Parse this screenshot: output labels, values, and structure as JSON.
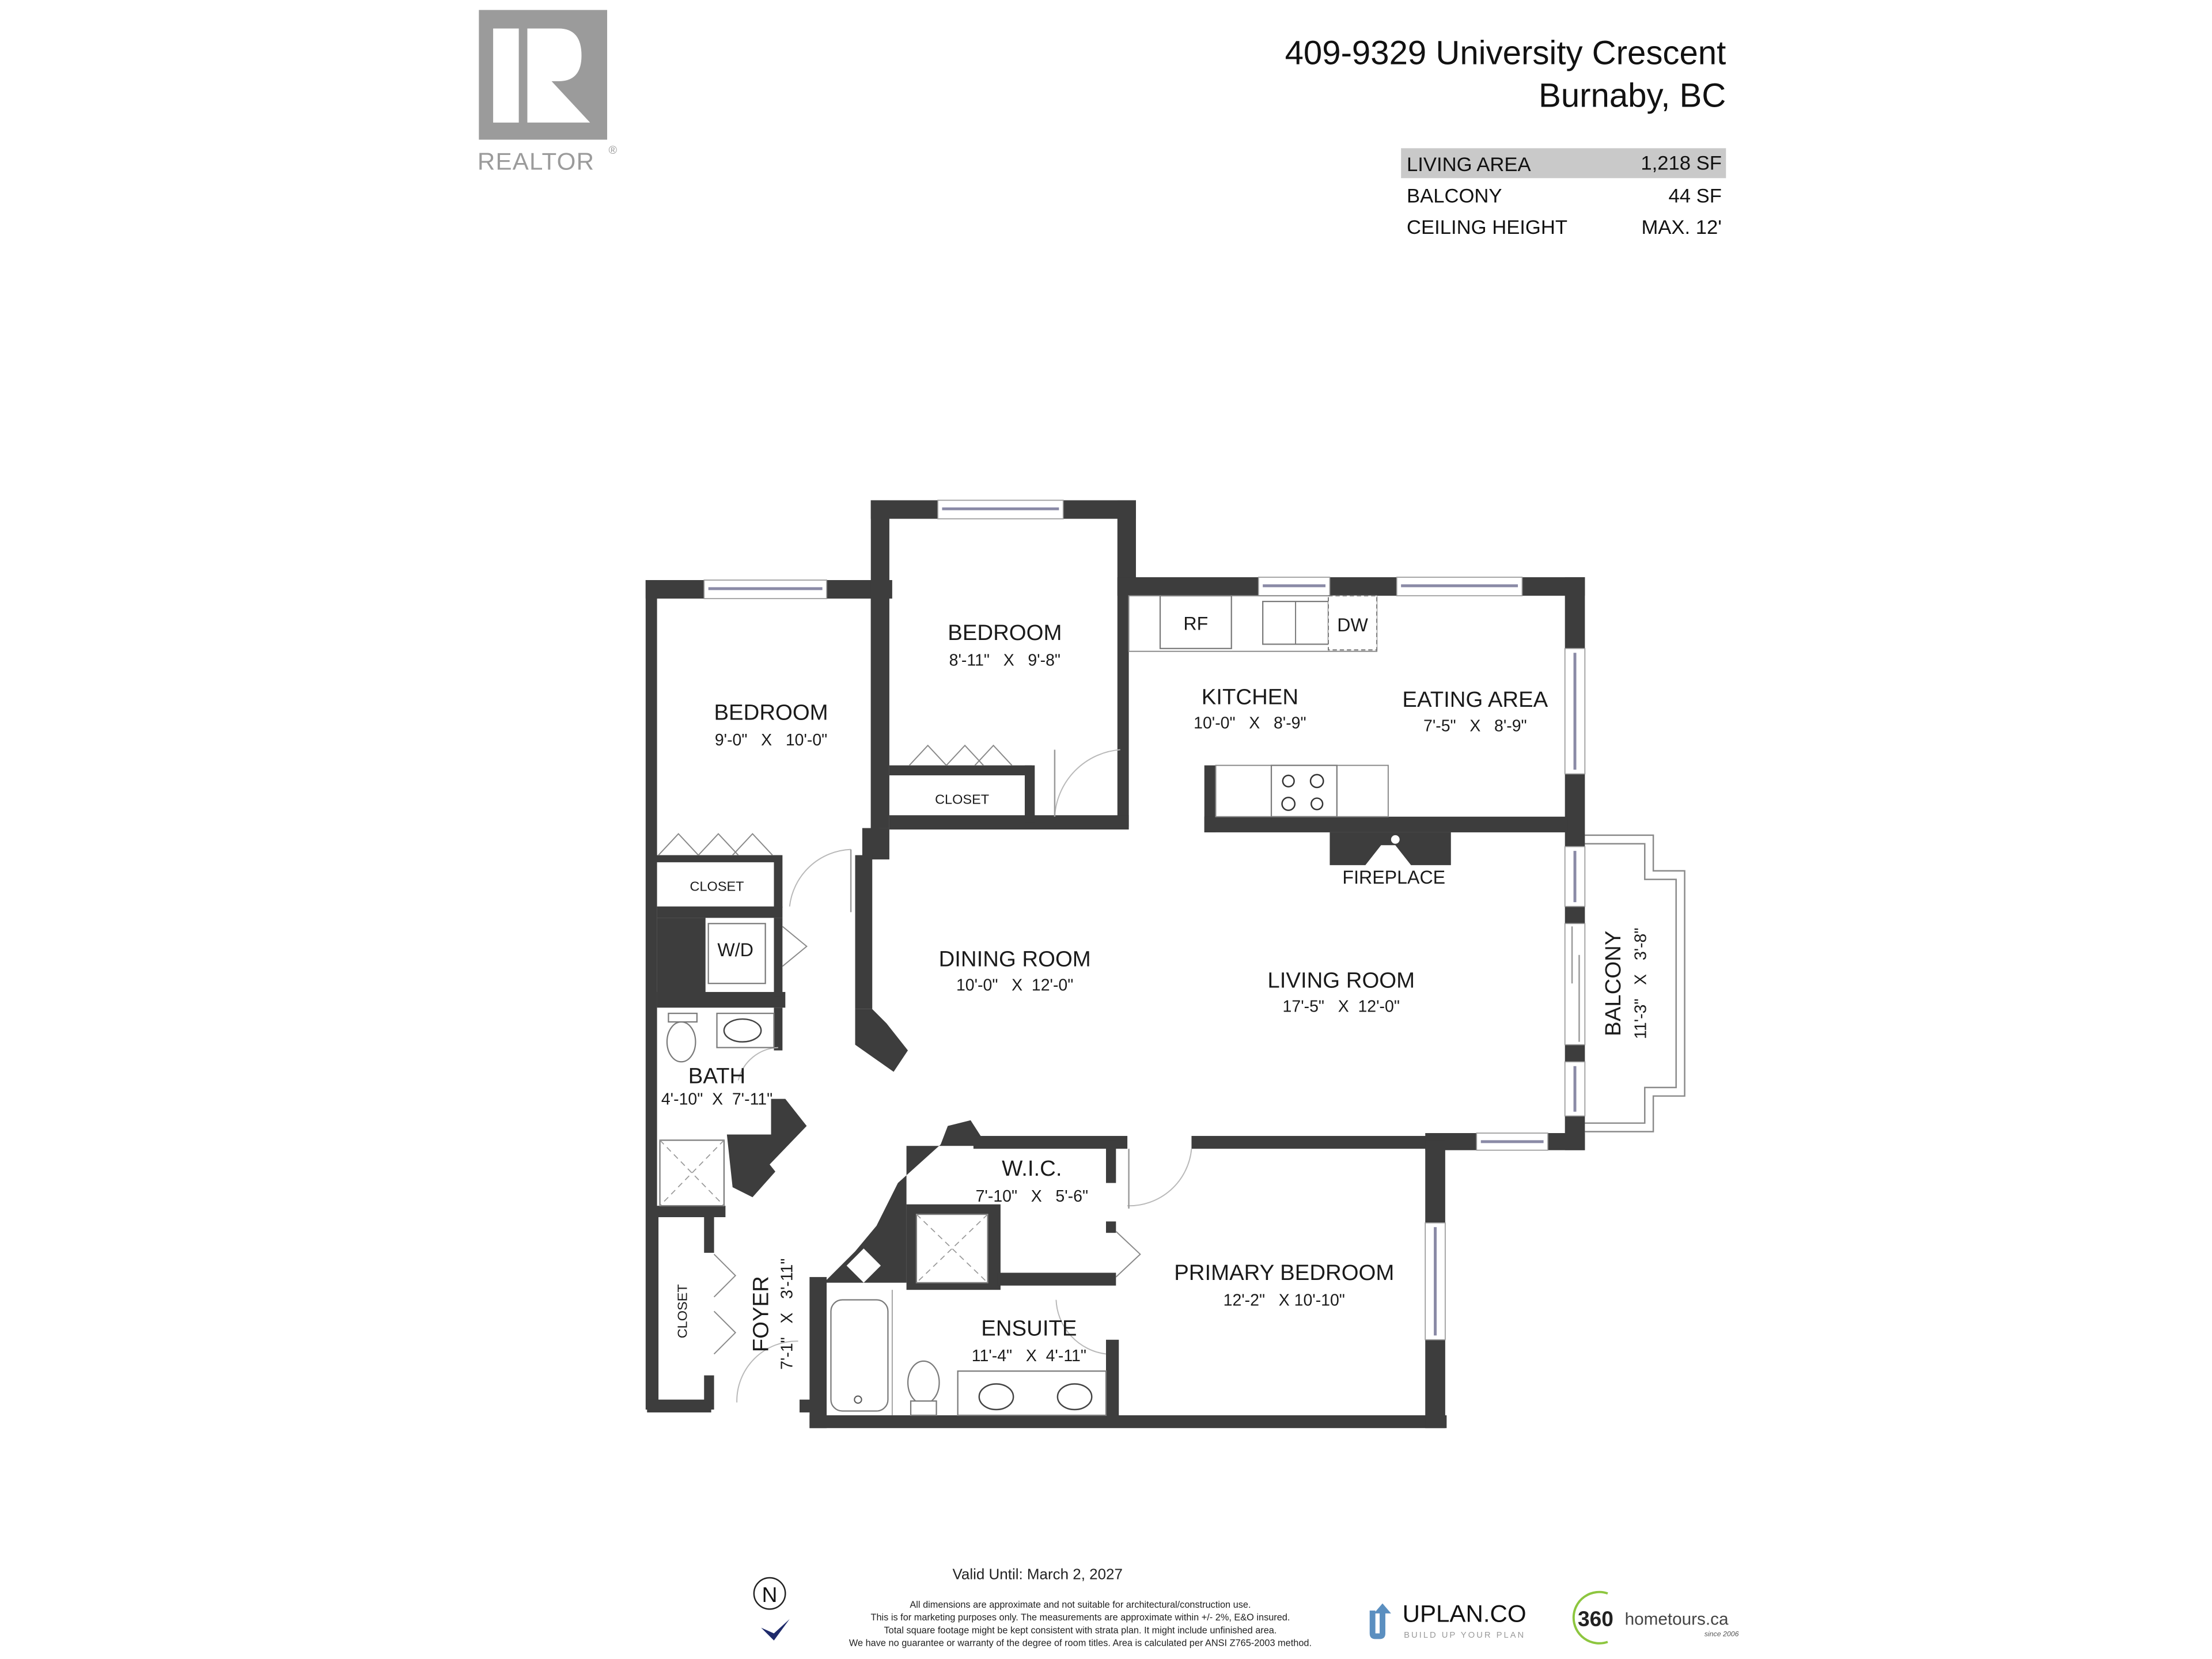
{
  "header": {
    "logo": {
      "icon": "realtor-r-logo",
      "text": "REALTOR",
      "mark": "®",
      "color": "#9b9b9b"
    },
    "address_line1": "409-9329 University Crescent",
    "address_line2": "Burnaby, BC"
  },
  "stats": [
    {
      "label": "LIVING AREA",
      "value": "1,218 SF",
      "highlighted": true
    },
    {
      "label": "BALCONY",
      "value": "44 SF",
      "highlighted": false
    },
    {
      "label": "CEILING HEIGHT",
      "value": "MAX. 12'",
      "highlighted": false
    }
  ],
  "floorplan": {
    "wall_color": "#3d3d3d",
    "window_color": "#8a8aa6",
    "rooms": {
      "bedroom_left": {
        "name": "BEDROOM",
        "dims": "9'-0\"   X   10'-0\""
      },
      "bedroom_top": {
        "name": "BEDROOM",
        "dims": "8'-11\"   X   9'-8\""
      },
      "kitchen": {
        "name": "KITCHEN",
        "dims": "10'-0\"   X   8'-9\""
      },
      "eating_area": {
        "name": "EATING AREA",
        "dims": "7'-5\"   X   8'-9\""
      },
      "dining_room": {
        "name": "DINING ROOM",
        "dims": "10'-0\"   X  12'-0\""
      },
      "living_room": {
        "name": "LIVING ROOM",
        "dims": "17'-5\"   X  12'-0\""
      },
      "balcony": {
        "name": "BALCONY",
        "dims": "11'-3\"   X   3'-8\""
      },
      "bath": {
        "name": "BATH",
        "dims": "4'-10\"  X  7'-11\""
      },
      "wic": {
        "name": "W.I.C.",
        "dims": "7'-10\"   X   5'-6\""
      },
      "primary_bedroom": {
        "name": "PRIMARY BEDROOM",
        "dims": "12'-2\"   X 10'-10\""
      },
      "ensuite": {
        "name": "ENSUITE",
        "dims": "11'-4\"   X  4'-11\""
      },
      "foyer": {
        "name": "FOYER",
        "dims": "7'-1\"   X   3'-11\""
      }
    },
    "labels": {
      "closet_left": "CLOSET",
      "closet_top": "CLOSET",
      "closet_foyer": "CLOSET",
      "washer_dryer": "W/D",
      "refrigerator": "RF",
      "dishwasher": "DW",
      "fireplace": "FIREPLACE"
    }
  },
  "footer": {
    "north_label": "N",
    "valid_until": "Valid Until: March 2, 2027",
    "disclaimer": [
      "All dimensions are approximate and not suitable for architectural/construction use.",
      "This is for marketing purposes only. The measurements are approximate within +/- 2%, E&O insured.",
      "Total square footage might be kept consistent with strata plan. It might include unfinished area.",
      "We have no guarantee or warranty of the degree of room titles. Area is calculated per ANSI Z765-2003 method."
    ],
    "uplan": {
      "name": "UPLAN.CO",
      "tagline": "BUILD UP YOUR PLAN",
      "accent": "#5b8fc0"
    },
    "hometours": {
      "number": "360",
      "name": "hometours.ca",
      "since": "since 2006",
      "accent": "#8dc63f"
    }
  }
}
